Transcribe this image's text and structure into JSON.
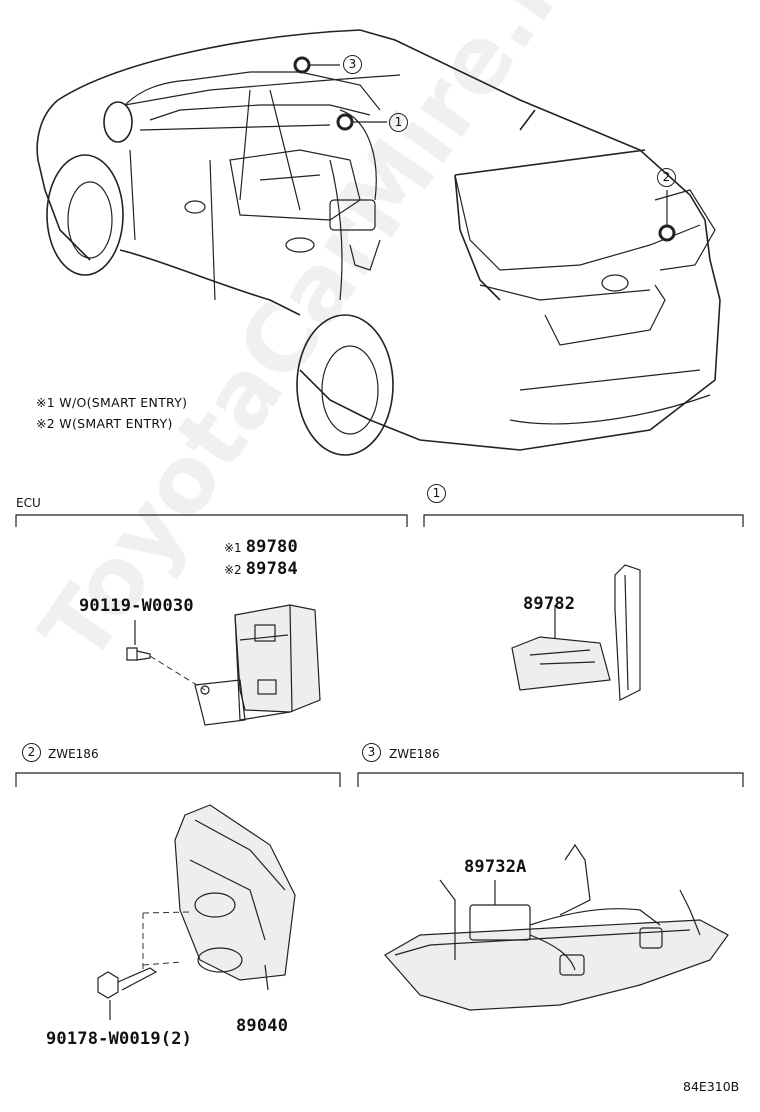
{
  "car": {
    "callout_1": "1",
    "callout_2": "2",
    "callout_3": "3"
  },
  "notes": [
    "※1 W/O(SMART ENTRY)",
    "※2 W(SMART ENTRY)"
  ],
  "sections": {
    "ecu": {
      "title": "ECU"
    },
    "s1": {
      "circle": "1"
    },
    "s2": {
      "circle": "2",
      "title": "ZWE186"
    },
    "s3": {
      "circle": "3",
      "title": "ZWE186"
    }
  },
  "parts": {
    "ecu_ref1": "※1",
    "ecu_pn1": "89780",
    "ecu_ref2": "※2",
    "ecu_pn2": "89784",
    "bolt_ecu": "90119-W0030",
    "sensor_1": "89782",
    "bolt_2": "90178-W0019(2)",
    "unit_2": "89040",
    "unit_3": "89732A"
  },
  "diagram_code": "84E310B",
  "watermark": "ToyotaCarMire.ru"
}
